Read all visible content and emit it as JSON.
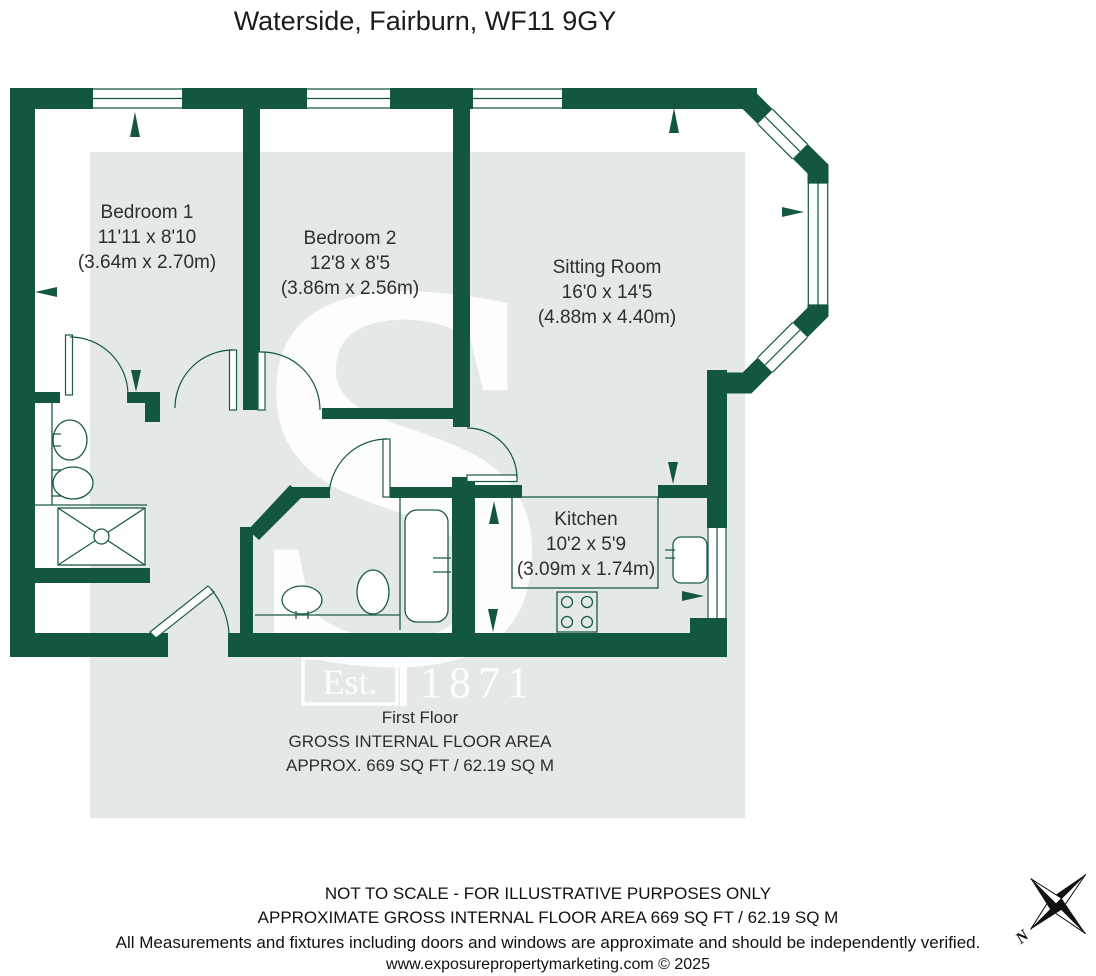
{
  "title": "Waterside, Fairburn, WF11 9GY",
  "watermark": {
    "monogram": "S",
    "est_label": "Est.",
    "year": "1871"
  },
  "rooms": [
    {
      "name": "Bedroom 1",
      "imperial": "11'11 x 8'10",
      "metric": "(3.64m x 2.70m)"
    },
    {
      "name": "Bedroom 2",
      "imperial": "12'8 x 8'5",
      "metric": "(3.86m x 2.56m)"
    },
    {
      "name": "Sitting Room",
      "imperial": "16'0 x 14'5",
      "metric": "(4.88m x 4.40m)"
    },
    {
      "name": "Kitchen",
      "imperial": "10'2 x 5'9",
      "metric": "(3.09m x 1.74m)"
    }
  ],
  "floor_summary": {
    "floor": "First Floor",
    "area_label": "GROSS INTERNAL FLOOR AREA",
    "area_value": "APPROX. 669 SQ FT / 62.19 SQ M"
  },
  "footer": {
    "line1": "NOT TO SCALE - FOR ILLUSTRATIVE PURPOSES ONLY",
    "line2": "APPROXIMATE GROSS INTERNAL FLOOR AREA 669 SQ FT / 62.19 SQ M",
    "line3": "All Measurements and fixtures including doors and windows are approximate and should be independently verified.",
    "line4": "www.exposurepropertymarketing.com © 2025"
  },
  "compass": {
    "north_label": "N"
  },
  "colors": {
    "wall": "#13573e",
    "floor_tint": "#e4e9e5",
    "watermark": "#ffffff"
  }
}
